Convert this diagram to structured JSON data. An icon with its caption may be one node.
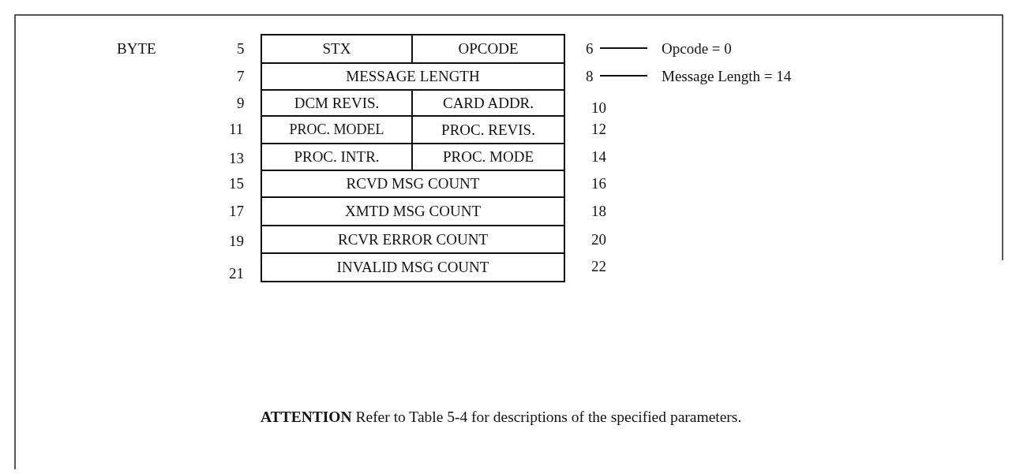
{
  "diagram": {
    "nodes": [
      {
        "text": [
          "STX"
        ]
      },
      {
        "text": [
          "OPCODE"
        ]
      },
      {
        "text": [
          "MESSAGE LENGTH"
        ]
      },
      {
        "text": [
          "DCM REVIS."
        ]
      },
      {
        "text": [
          "CARD ADDR."
        ]
      },
      {
        "text": [
          "PROC. MODEL"
        ]
      },
      {
        "text": [
          "PROC. REVIS."
        ]
      },
      {
        "text": [
          "PROC. INTR."
        ]
      },
      {
        "text": [
          "PROC. MODE"
        ]
      },
      {
        "text": [
          "RCVD MSG COUNT"
        ]
      },
      {
        "text": [
          "XMTD MSG COUNT"
        ]
      },
      {
        "text": [
          "RCVR ERROR COUNT"
        ]
      },
      {
        "text": [
          "INVALID MSG COUNT"
        ]
      },
      {
        "text": [
          "6"
        ]
      },
      {
        "text": [
          "Opcode = 0"
        ]
      },
      {
        "text": [
          "8"
        ]
      },
      {
        "text": [
          "Message Length = 14"
        ]
      }
    ],
    "edges": [
      {
        "from": 13,
        "to": 14,
        "arrow": "none"
      },
      {
        "from": 15,
        "to": 16,
        "arrow": "none"
      }
    ],
    "labels": [
      "BYTE",
      "5",
      "7",
      "9",
      "10",
      "11",
      "12",
      "13",
      "14",
      "15",
      "16",
      "17",
      "18",
      "19",
      "20",
      "21",
      "22",
      "**ATTENTION**  Refer to Table 5-4 for descriptions of the specified parameters."
    ]
  }
}
